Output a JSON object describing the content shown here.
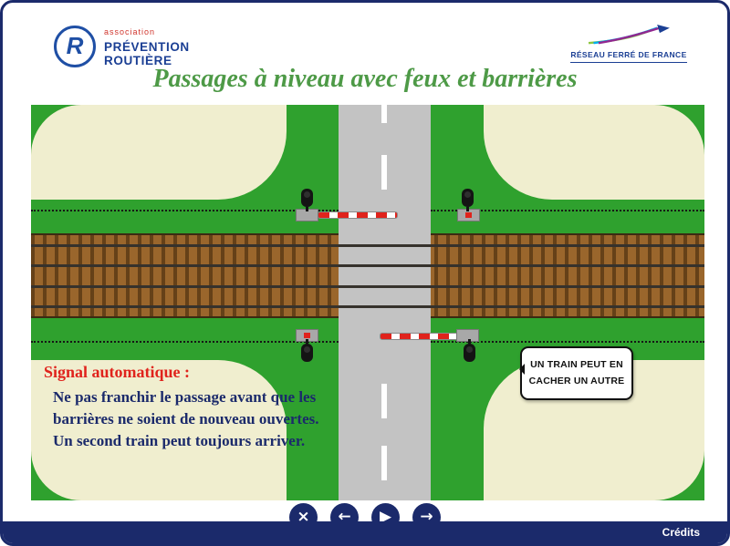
{
  "header": {
    "pr": {
      "monogram": "R",
      "association": "association",
      "line1": "PRÉVENTION",
      "line2": "ROUTIÈRE"
    },
    "rff": {
      "name": "RÉSEAU FERRÉ DE FRANCE"
    }
  },
  "title": {
    "text": "Passages à niveau avec feux et barrières"
  },
  "scene": {
    "sign": {
      "line1": "UN TRAIN PEUT EN",
      "line2": "CACHER UN AUTRE"
    },
    "caption": {
      "heading": "Signal automatique :",
      "line1": "Ne pas franchir le passage avant que les",
      "line2": "barrières ne soient de nouveau ouvertes.",
      "line3": "Un second train peut toujours arriver."
    }
  },
  "nav": {
    "close_icon": "×",
    "prev_icon": "←",
    "play_icon": "▶",
    "next_icon": "→"
  },
  "footer": {
    "credits": "Crédits"
  },
  "colors": {
    "navy": "#1b2a6b",
    "green_title": "#4e9a47",
    "scene_green": "#2fa12e",
    "cream": "#f0eecf",
    "road": "#c3c3c3",
    "ballast": "#9a662c",
    "red": "#e0231c"
  }
}
